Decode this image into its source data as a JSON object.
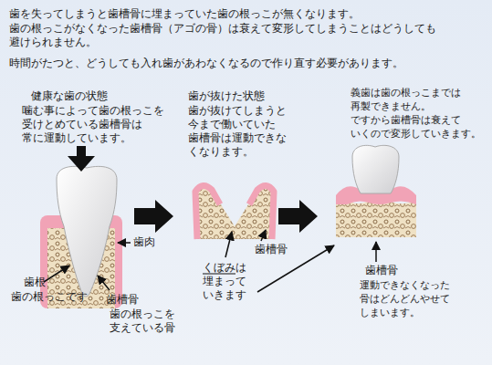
{
  "diagram": {
    "labels": [
      "歯を失ってしまうと歯槽骨に埋まっていた歯の根っこが無くなります。",
      "歯の根っこがなくなった歯槽骨（アゴの骨）は衰えて変形してしまうことはどうしても 避けられません。",
      "時間がたつと、どうしても入れ歯があわなくなるので作り直す必要があります。",
      "健康な歯の状態",
      "噛む事によって歯の根っこを 受けとめている歯槽骨は 常に運動しています。",
      "歯肉",
      "歯根",
      "歯の根っこです",
      "歯槽骨",
      "歯の根っこを 支えている骨",
      "歯が抜けた状態",
      "歯が抜けてしまうと 今まで働いていた 歯槽骨は運動できな くなります。",
      "歯槽骨",
      "くぼみは 埋まって いきます",
      "義歯は歯の根っこまでは 再製できません。 ですから歯槽骨は衰えて いくので変形していきます。",
      "歯槽骨",
      "運動できなくなった 骨はどんどんやせて しまいます。"
    ]
  }
}
